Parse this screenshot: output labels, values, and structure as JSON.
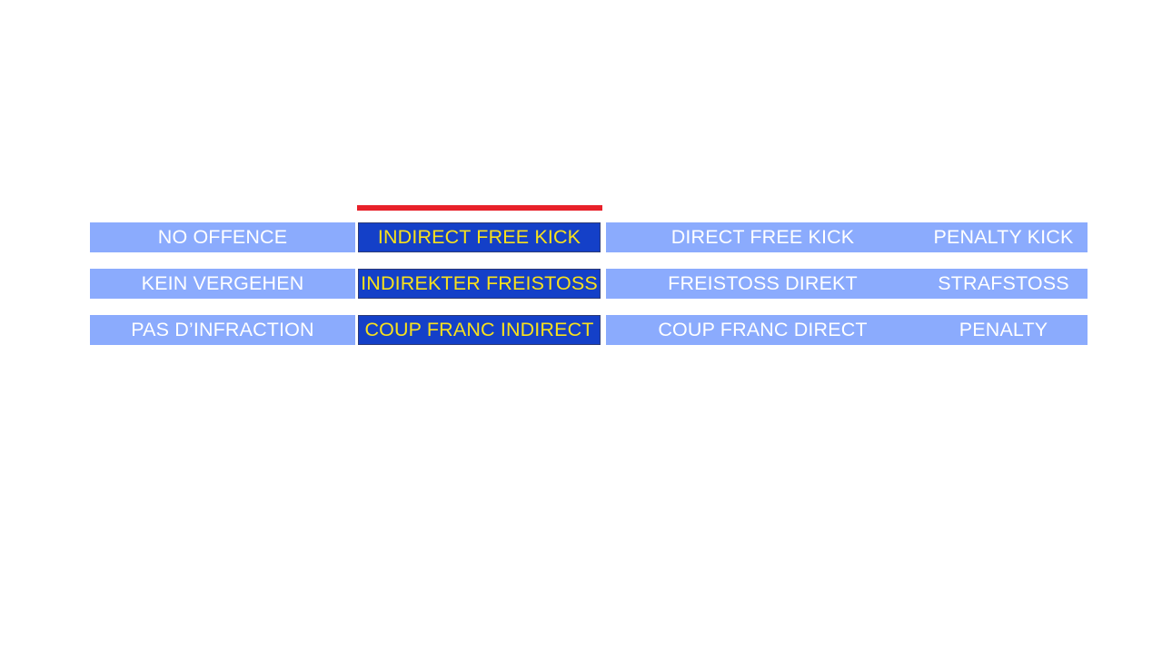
{
  "slide": {
    "background_color": "#FFFFFF",
    "highlight_marker": {
      "name": "red-marker-bar",
      "color": "#E8212A"
    },
    "colors": {
      "cell_normal_background": "#8BABFD",
      "cell_normal_text": "#FFFFFF",
      "cell_highlight_background": "#1440C8",
      "cell_highlight_text": "#F8E11C",
      "cell_highlight_border": "#2B3A77",
      "marker_red": "#E8212A"
    }
  },
  "table": {
    "name": "referee-decision-escalation-table",
    "rows": [
      {
        "language": "english",
        "no_offence": "NO OFFENCE",
        "indirect_free_kick": "INDIRECT FREE KICK",
        "direct_free_kick": "DIRECT FREE KICK",
        "penalty_kick": "PENALTY KICK"
      },
      {
        "language": "german",
        "no_offence": "KEIN VERGEHEN",
        "indirect_free_kick": "INDIREKTER FREISTOSS",
        "direct_free_kick": "FREISTOSS DIREKT",
        "penalty_kick": "STRAFSTOSS"
      },
      {
        "language": "french",
        "no_offence": "PAS D’INFRACTION",
        "indirect_free_kick": "COUP FRANC INDIRECT",
        "direct_free_kick": "COUP FRANC DIRECT",
        "penalty_kick": "PENALTY"
      }
    ]
  }
}
